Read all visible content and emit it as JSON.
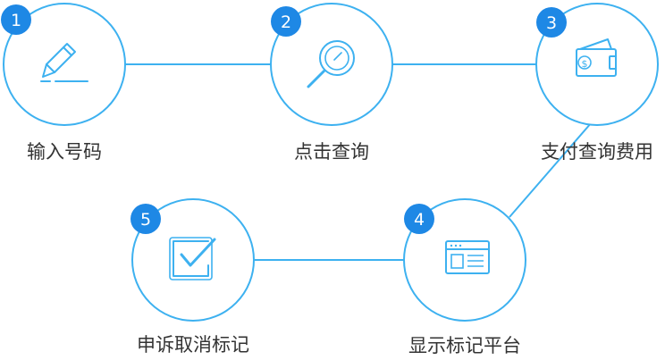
{
  "colors": {
    "accent": "#3db1f0",
    "badge": "#1e88e5",
    "text": "#333333",
    "background": "#ffffff"
  },
  "steps": [
    {
      "number": "1",
      "label": "输入号码",
      "icon": "pencil-icon"
    },
    {
      "number": "2",
      "label": "点击查询",
      "icon": "magnifier-icon"
    },
    {
      "number": "3",
      "label": "支付查询费用",
      "icon": "wallet-icon"
    },
    {
      "number": "4",
      "label": "显示标记平台",
      "icon": "browser-window-icon"
    },
    {
      "number": "5",
      "label": "申诉取消标记",
      "icon": "checkbox-icon"
    }
  ]
}
